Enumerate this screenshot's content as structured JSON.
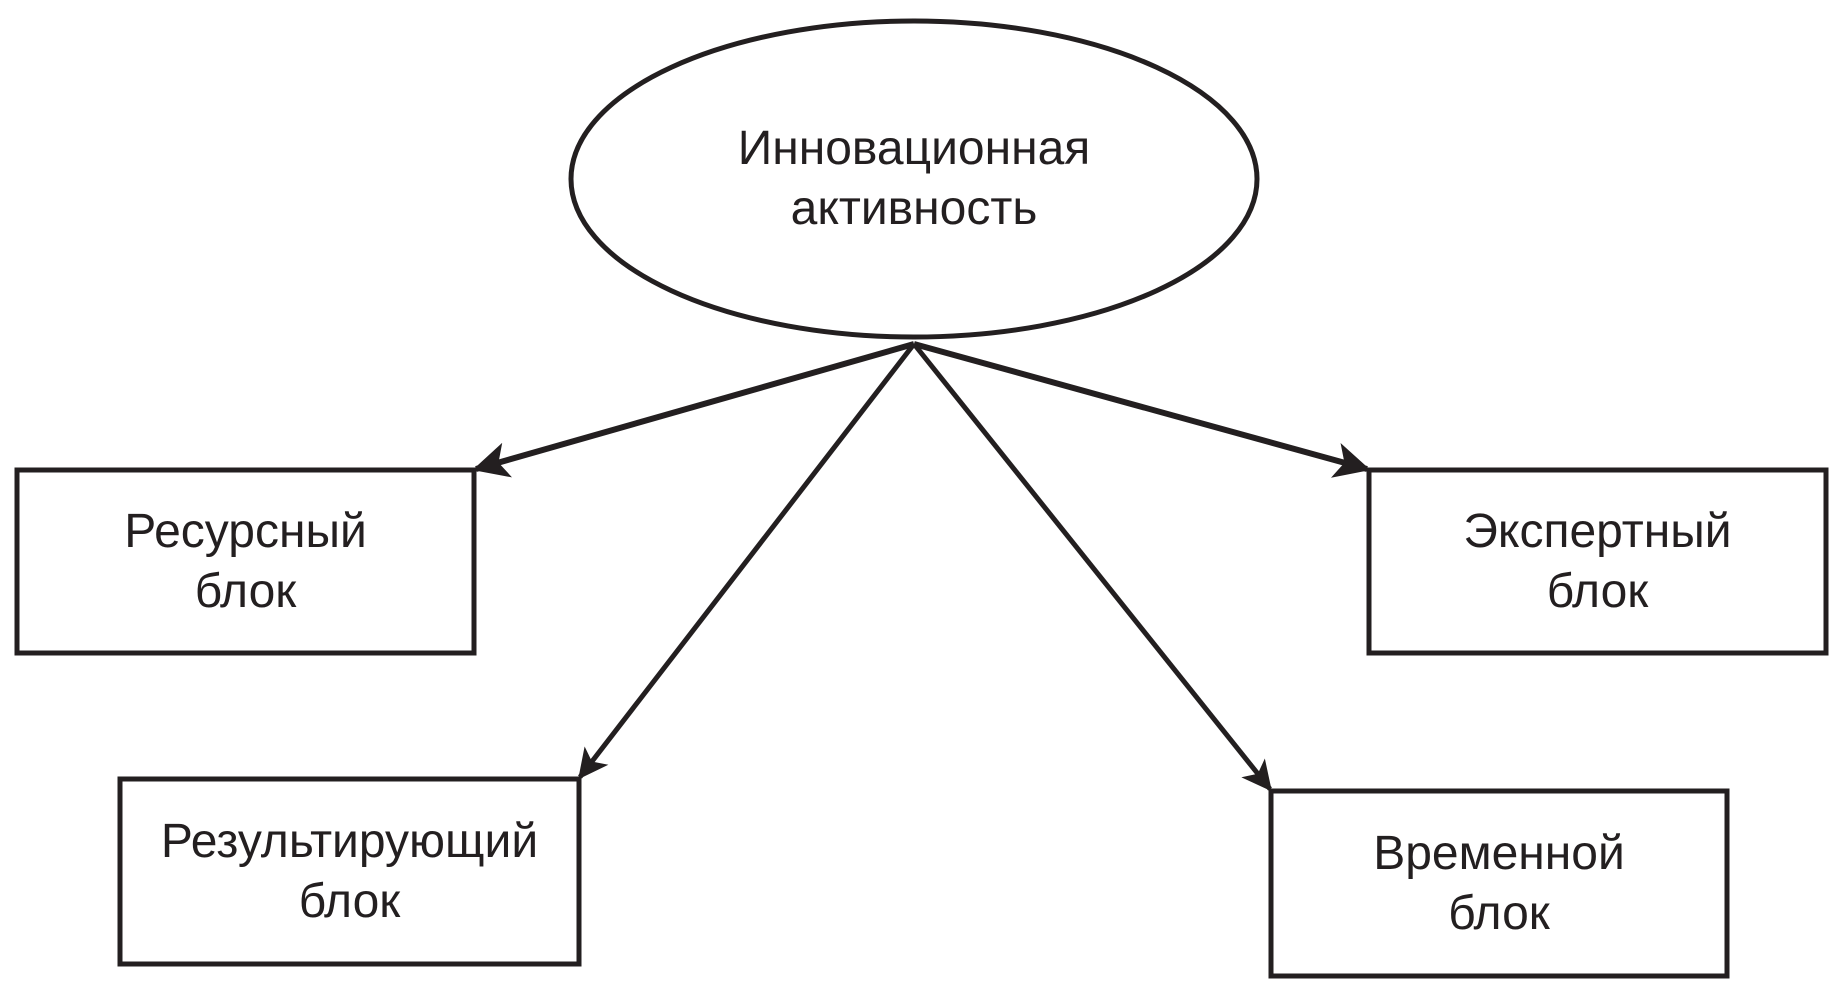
{
  "center": {
    "line1": "Инновационная",
    "line2": "активность"
  },
  "blocks": [
    {
      "line1": "Ресурсный",
      "line2": "блок"
    },
    {
      "line1": "Экспертный",
      "line2": "блок"
    },
    {
      "line1": "Результирующий",
      "line2": "блок"
    },
    {
      "line1": "Временной",
      "line2": "блок"
    }
  ],
  "colors": {
    "stroke": "#231f20",
    "background": "#ffffff"
  }
}
